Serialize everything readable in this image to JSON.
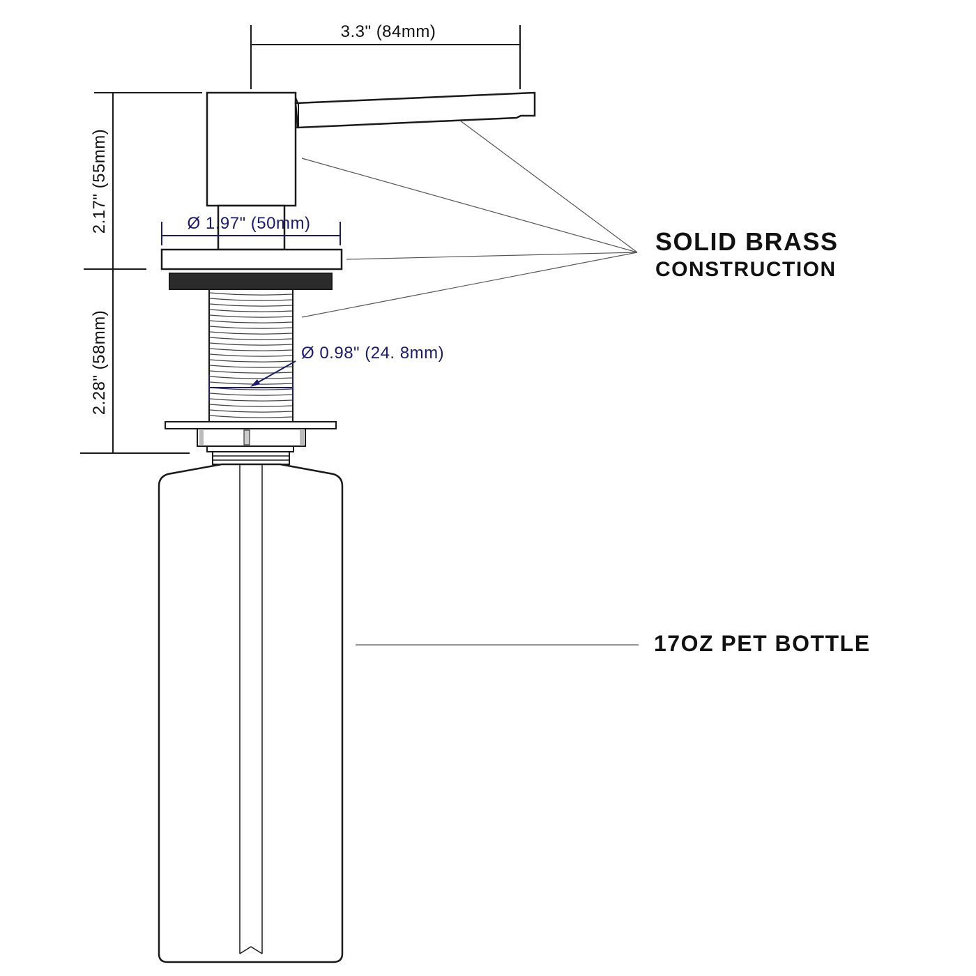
{
  "dimensions": {
    "spout_length": "3.3\" (84mm)",
    "head_height": "2.17\" (55mm)",
    "shank_length": "2.28\" (58mm)",
    "flange_diameter": "Ø 1.97\" (50mm)",
    "shank_diameter": "Ø 0.98\" (24. 8mm)"
  },
  "callouts": {
    "material_line1": "SOLID BRASS",
    "material_line2": "CONSTRUCTION",
    "bottle": "17OZ PET BOTTLE"
  },
  "colors": {
    "line": "#1a1a1a",
    "dimension_blue": "#1a1a6e",
    "gasket": "#2b2b2b",
    "leader": "#555555"
  }
}
